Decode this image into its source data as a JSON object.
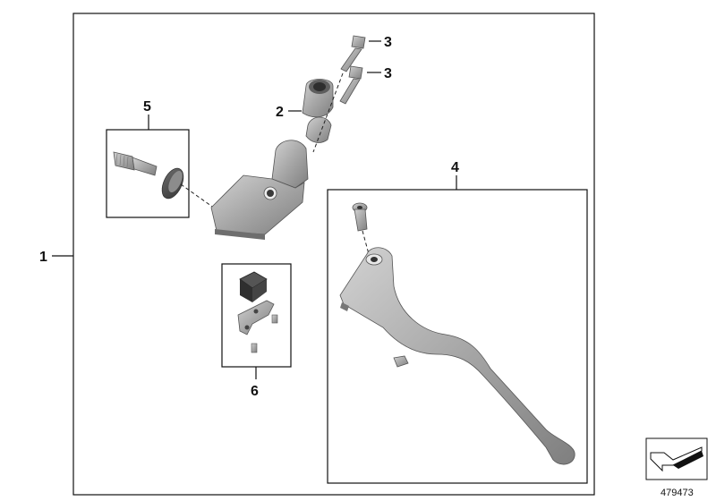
{
  "callouts": {
    "c1": "1",
    "c2": "2",
    "c3a": "3",
    "c3b": "3",
    "c4": "4",
    "c5": "5",
    "c6": "6"
  },
  "diagram_number": "479473",
  "colors": {
    "part_fill": "#a9a9a9",
    "part_dark": "#7d7d7d",
    "part_light": "#cfcfcf",
    "line": "#111111"
  }
}
